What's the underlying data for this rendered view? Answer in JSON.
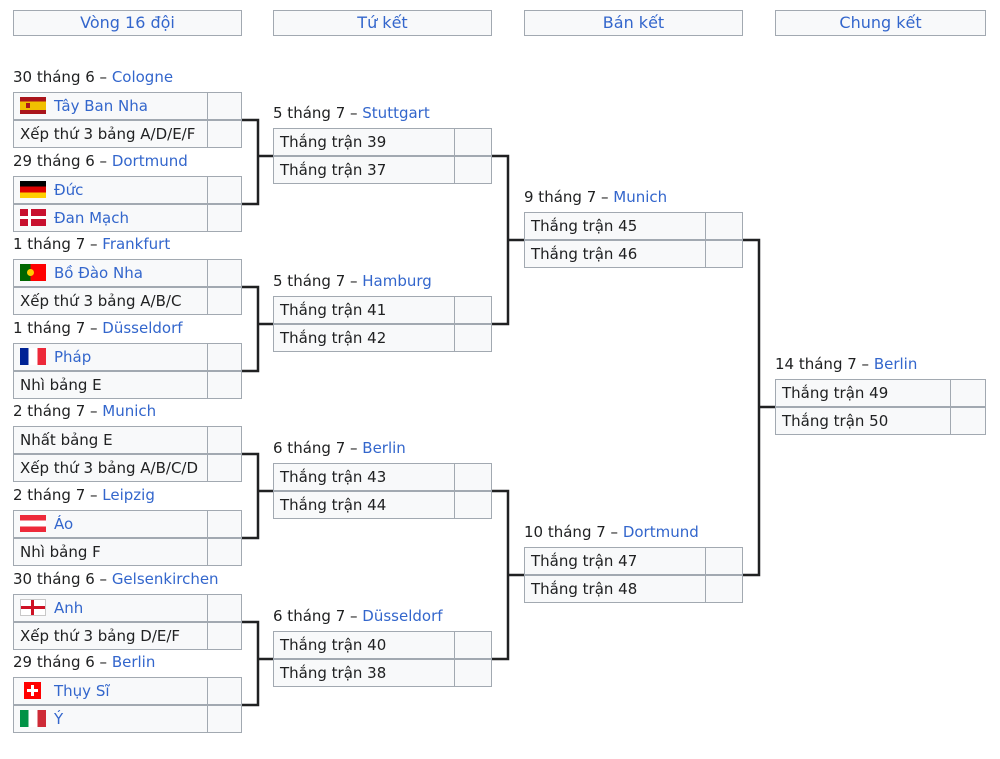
{
  "headers": [
    "Vòng 16 đội",
    "Tứ kết",
    "Bán kết",
    "Chung kết"
  ],
  "rounds": [
    {
      "name": "round-of-16",
      "matches": [
        {
          "date": "30 tháng 6 – ",
          "venue": "Cologne",
          "teams": [
            {
              "name": "Tây Ban Nha",
              "flag": "spain-flag-icon",
              "score": ""
            },
            {
              "name": "Xếp thứ 3 bảng A/D/E/F",
              "flag": null,
              "score": ""
            }
          ]
        },
        {
          "date": "29 tháng 6 – ",
          "venue": "Dortmund",
          "teams": [
            {
              "name": "Đức",
              "flag": "germany-flag-icon",
              "score": ""
            },
            {
              "name": "Đan Mạch",
              "flag": "denmark-flag-icon",
              "score": ""
            }
          ]
        },
        {
          "date": "1 tháng 7 – ",
          "venue": "Frankfurt",
          "teams": [
            {
              "name": "Bồ Đào Nha",
              "flag": "portugal-flag-icon",
              "score": ""
            },
            {
              "name": "Xếp thứ 3 bảng A/B/C",
              "flag": null,
              "score": ""
            }
          ]
        },
        {
          "date": "1 tháng 7 – ",
          "venue": "Düsseldorf",
          "teams": [
            {
              "name": "Pháp",
              "flag": "france-flag-icon",
              "score": ""
            },
            {
              "name": "Nhì bảng E",
              "flag": null,
              "score": ""
            }
          ]
        },
        {
          "date": "2 tháng 7 – ",
          "venue": "Munich",
          "teams": [
            {
              "name": "Nhất bảng E",
              "flag": null,
              "score": ""
            },
            {
              "name": "Xếp thứ 3 bảng A/B/C/D",
              "flag": null,
              "score": ""
            }
          ]
        },
        {
          "date": "2 tháng 7 – ",
          "venue": "Leipzig",
          "teams": [
            {
              "name": "Áo",
              "flag": "austria-flag-icon",
              "score": ""
            },
            {
              "name": "Nhì bảng F",
              "flag": null,
              "score": ""
            }
          ]
        },
        {
          "date": "30 tháng 6 – ",
          "venue": "Gelsenkirchen",
          "teams": [
            {
              "name": "Anh",
              "flag": "england-flag-icon",
              "score": ""
            },
            {
              "name": "Xếp thứ 3 bảng D/E/F",
              "flag": null,
              "score": ""
            }
          ]
        },
        {
          "date": "29 tháng 6 – ",
          "venue": "Berlin",
          "teams": [
            {
              "name": "Thụy Sĩ",
              "flag": "switzerland-flag-icon",
              "score": ""
            },
            {
              "name": "Ý",
              "flag": "italy-flag-icon",
              "score": ""
            }
          ]
        }
      ]
    },
    {
      "name": "quarter-final",
      "matches": [
        {
          "date": "5 tháng 7 – ",
          "venue": "Stuttgart",
          "teams": [
            {
              "name": "Thắng trận 39",
              "flag": null,
              "score": ""
            },
            {
              "name": "Thắng trận 37",
              "flag": null,
              "score": ""
            }
          ]
        },
        {
          "date": "5 tháng 7 – ",
          "venue": "Hamburg",
          "teams": [
            {
              "name": "Thắng trận 41",
              "flag": null,
              "score": ""
            },
            {
              "name": "Thắng trận 42",
              "flag": null,
              "score": ""
            }
          ]
        },
        {
          "date": "6 tháng 7 – ",
          "venue": "Berlin",
          "teams": [
            {
              "name": "Thắng trận 43",
              "flag": null,
              "score": ""
            },
            {
              "name": "Thắng trận 44",
              "flag": null,
              "score": ""
            }
          ]
        },
        {
          "date": "6 tháng 7 – ",
          "venue": "Düsseldorf",
          "teams": [
            {
              "name": "Thắng trận 40",
              "flag": null,
              "score": ""
            },
            {
              "name": "Thắng trận 38",
              "flag": null,
              "score": ""
            }
          ]
        }
      ]
    },
    {
      "name": "semi-final",
      "matches": [
        {
          "date": "9 tháng 7 – ",
          "venue": "Munich",
          "teams": [
            {
              "name": "Thắng trận 45",
              "flag": null,
              "score": ""
            },
            {
              "name": "Thắng trận 46",
              "flag": null,
              "score": ""
            }
          ]
        },
        {
          "date": "10 tháng 7 – ",
          "venue": "Dortmund",
          "teams": [
            {
              "name": "Thắng trận 47",
              "flag": null,
              "score": ""
            },
            {
              "name": "Thắng trận 48",
              "flag": null,
              "score": ""
            }
          ]
        }
      ]
    },
    {
      "name": "final",
      "matches": [
        {
          "date": "14 tháng 7 – ",
          "venue": "Berlin",
          "teams": [
            {
              "name": "Thắng trận 49",
              "flag": null,
              "score": ""
            },
            {
              "name": "Thắng trận 50",
              "flag": null,
              "score": ""
            }
          ]
        }
      ]
    }
  ]
}
